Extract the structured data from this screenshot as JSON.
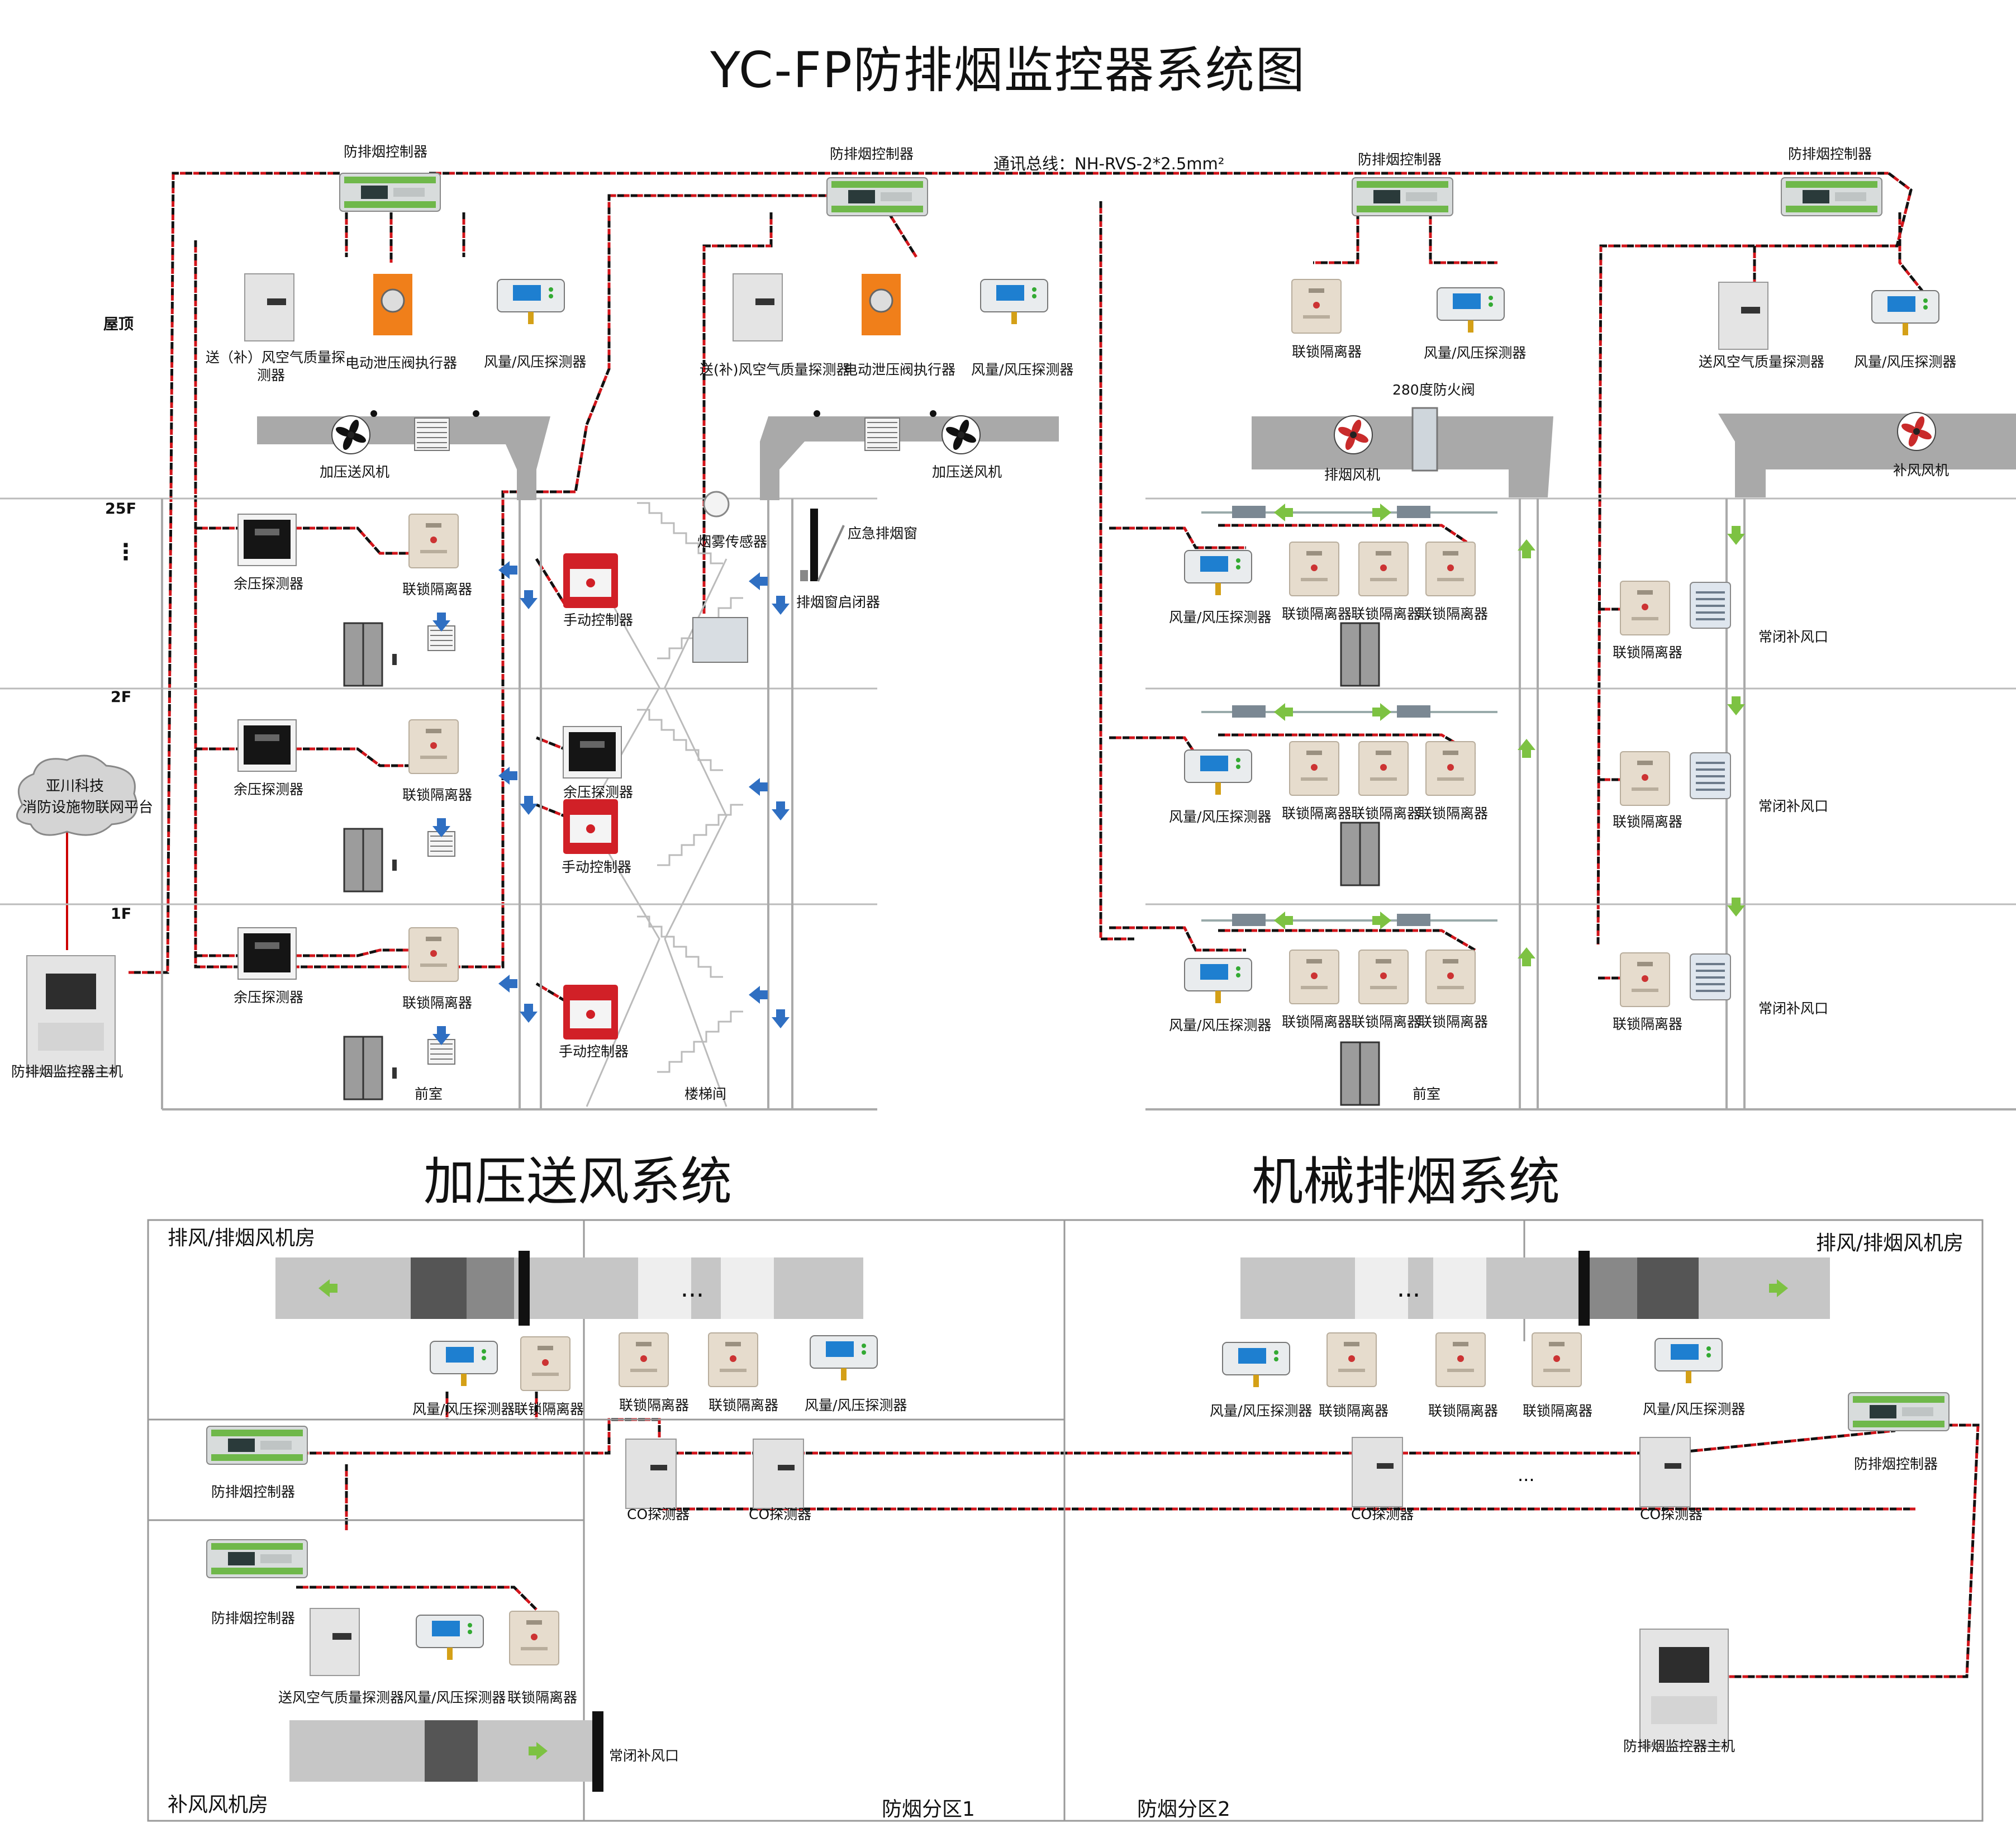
{
  "title": "YC-FP防排烟监控器系统图",
  "bus_label": "通讯总线：NH-RVS-2*2.5mm²",
  "sections": {
    "pressurization": "加压送风系统",
    "smoke_exhaust": "机械排烟系统"
  },
  "floors": {
    "roof": "屋顶",
    "f25": "25F",
    "dots": "⋮",
    "f2": "2F",
    "f1": "1F"
  },
  "cloud": {
    "line1": "亚川科技",
    "line2": "消防设施物联网平台"
  },
  "labels": {
    "controller": "防排烟控制器",
    "air_quality_left": "送（补）风空气质量探",
    "air_quality_left2": "测器",
    "air_quality_mid": "送(补)风空气质量探测器",
    "air_quality_supply": "送风空气质量探测器",
    "valve_actuator": "电动泄压阀执行器",
    "flow_pressure": "风量/风压探测器",
    "pressure_fan": "加压送风机",
    "exhaust_fan": "排烟风机",
    "makeup_fan": "补风风机",
    "fire_damper": "280度防火阀",
    "residual_pressure": "余压探测器",
    "isolator": "联锁隔离器",
    "manual": "手动控制器",
    "smoke_sensor": "烟雾传感器",
    "emergency_window": "应急排烟窗",
    "window_closer": "排烟窗启闭器",
    "nc_inlet": "常闭补风口",
    "host": "防排烟监控器主机",
    "anteroom": "前室",
    "stairwell": "楼梯间",
    "co_detector": "CO探测器",
    "ellipsis": "..."
  },
  "rooms": {
    "exhaust_room_left": "排风/排烟风机房",
    "exhaust_room_right": "排风/排烟风机房",
    "makeup_room": "补风风机房",
    "zone1": "防烟分区1",
    "zone2": "防烟分区2"
  },
  "colors": {
    "wire_red": "#d2151b",
    "wire_black": "#111111",
    "duct": "#a9a9a9",
    "arrow_green": "#7dc242",
    "arrow_blue": "#2f6fc2",
    "manual_red": "#d12027"
  }
}
